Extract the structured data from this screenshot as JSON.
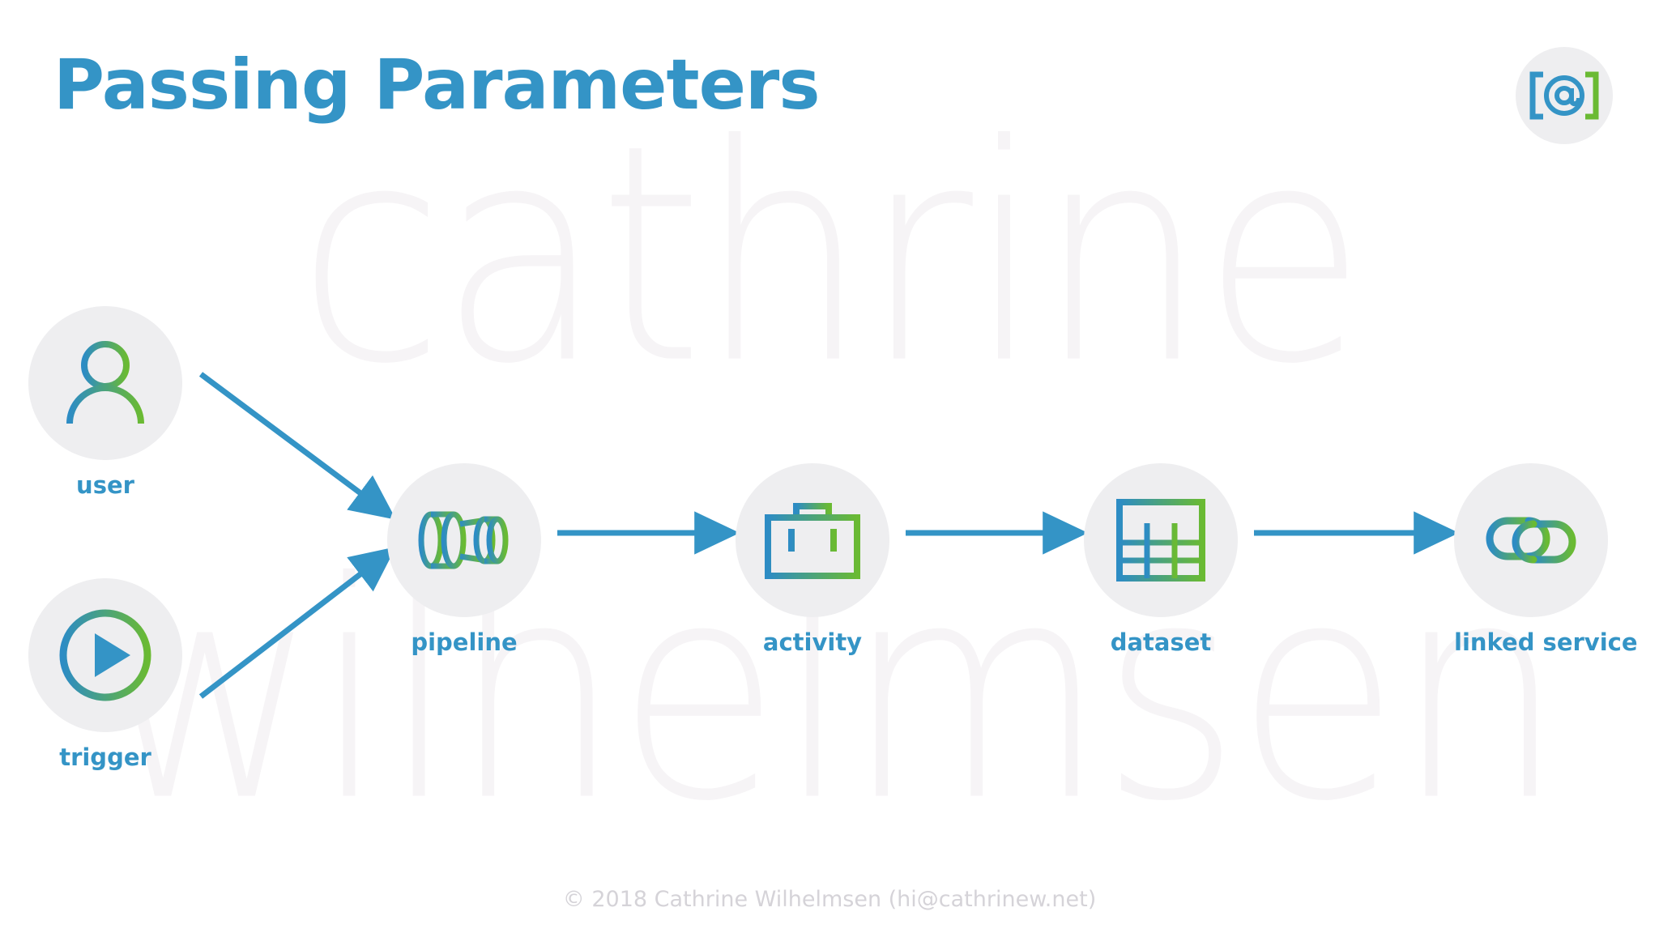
{
  "slide": {
    "title": "Passing Parameters",
    "footer": "© 2018 Cathrine Wilhelmsen (hi@cathrinew.net)",
    "watermark_line1": "cathrine",
    "watermark_line2": "wilhelmsen",
    "background_color": "#ffffff"
  },
  "brand": {
    "logo_icon": "at-brackets-icon",
    "logo_text": "[@]",
    "bracket_left_color": "#3494c6",
    "at_color": "#3494c6",
    "bracket_right_color": "#6aba33",
    "circle_color": "#eeeef0"
  },
  "theme": {
    "accent_blue": "#3494c6",
    "accent_green": "#6aba33",
    "circle_bg": "#eeeef0",
    "label_color": "#3494c6",
    "watermark_color": "#f6f4f6",
    "footer_color": "#d5d3d8",
    "arrow_color": "#3494c6"
  },
  "diagram": {
    "type": "flow",
    "nodes": [
      {
        "id": "user",
        "label": "user",
        "icon": "user-icon",
        "column": "inputs",
        "row": "top"
      },
      {
        "id": "trigger",
        "label": "trigger",
        "icon": "play-circle-icon",
        "column": "inputs",
        "row": "bottom"
      },
      {
        "id": "pipeline",
        "label": "pipeline",
        "icon": "pipe-icon",
        "column": "chain",
        "row": "middle"
      },
      {
        "id": "activity",
        "label": "activity",
        "icon": "toolbox-icon",
        "column": "chain",
        "row": "middle"
      },
      {
        "id": "dataset",
        "label": "dataset",
        "icon": "table-grid-icon",
        "column": "chain",
        "row": "middle"
      },
      {
        "id": "linked service",
        "label": "linked service",
        "icon": "chain-links-icon",
        "column": "chain",
        "row": "middle"
      }
    ],
    "edges": [
      {
        "from": "user",
        "to": "pipeline"
      },
      {
        "from": "trigger",
        "to": "pipeline"
      },
      {
        "from": "pipeline",
        "to": "activity"
      },
      {
        "from": "activity",
        "to": "dataset"
      },
      {
        "from": "dataset",
        "to": "linked service"
      }
    ]
  }
}
